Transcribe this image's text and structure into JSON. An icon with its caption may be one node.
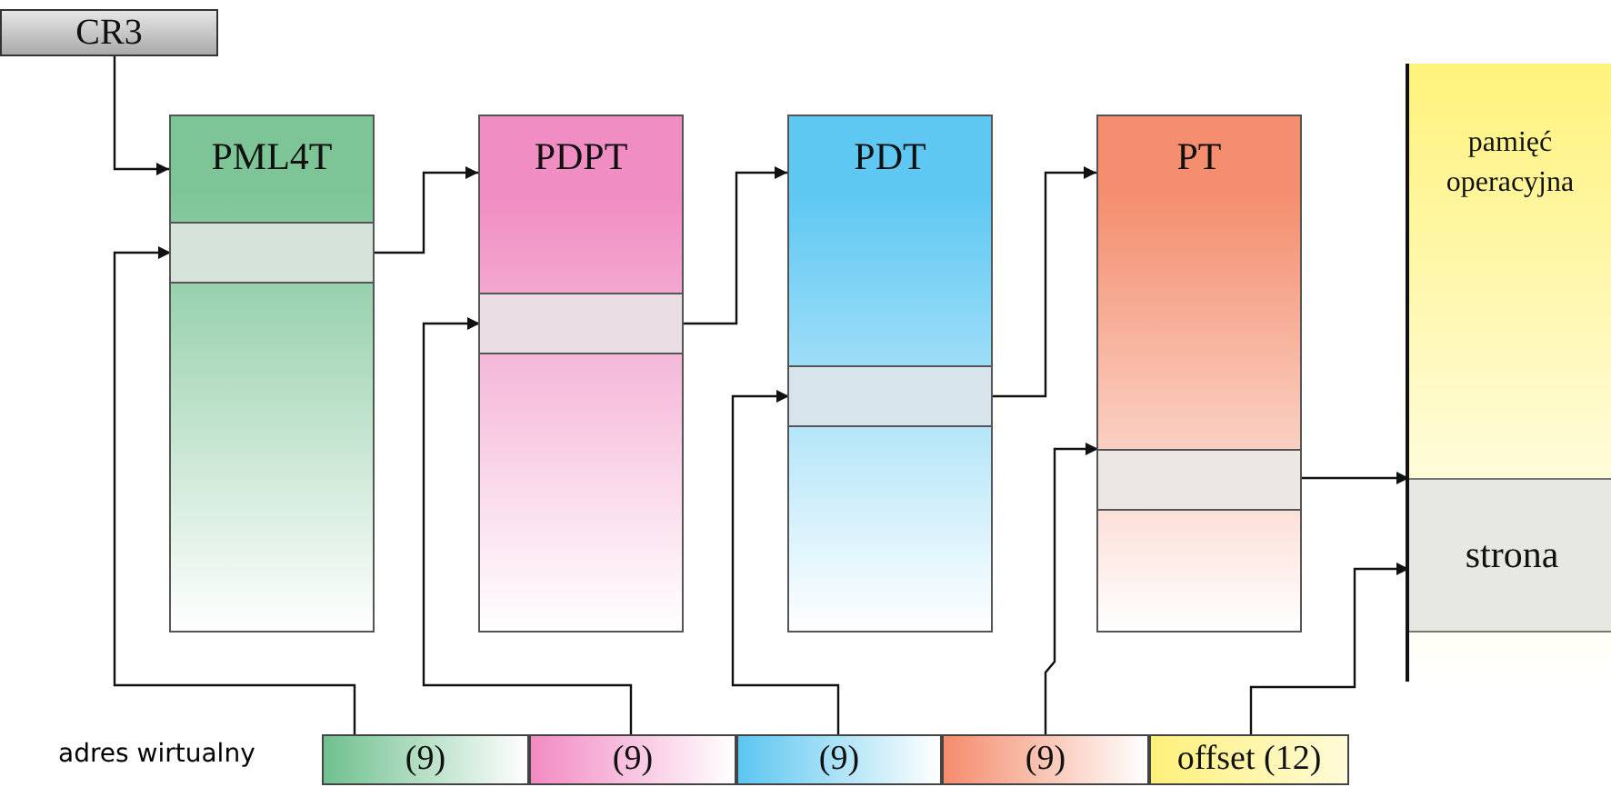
{
  "diagram": {
    "nodes": [
      {
        "text": [
          "CR3"
        ]
      },
      {
        "text": [
          "PML4T"
        ]
      },
      {
        "text": [],
        "shape": "box",
        "in": 1
      },
      {
        "text": [
          "PDPT"
        ]
      },
      {
        "text": [],
        "shape": "box",
        "in": 3
      },
      {
        "text": [
          "PDT"
        ]
      },
      {
        "text": [],
        "shape": "box",
        "in": 5
      },
      {
        "text": [
          "PT"
        ]
      },
      {
        "text": [],
        "shape": "box",
        "in": 7
      },
      {
        "text": [
          "pamięć operacyjna"
        ]
      },
      {
        "text": [
          "strona"
        ],
        "in": 9
      },
      {
        "text": [
          "(9)"
        ]
      },
      {
        "text": [
          "(9)"
        ]
      },
      {
        "text": [
          "(9)"
        ]
      },
      {
        "text": [
          "(9)"
        ]
      },
      {
        "text": [
          "offset (12)"
        ]
      }
    ],
    "edges": [
      {
        "from": 0,
        "to": 1,
        "arrow": "to"
      },
      {
        "from": 2,
        "to": 3,
        "arrow": "to"
      },
      {
        "from": 4,
        "to": 5,
        "arrow": "to"
      },
      {
        "from": 6,
        "to": 7,
        "arrow": "to"
      },
      {
        "from": 8,
        "to": 10,
        "arrow": "to"
      },
      {
        "from": 11,
        "to": 2,
        "arrow": "to"
      },
      {
        "from": 12,
        "to": 4,
        "arrow": "to"
      },
      {
        "from": 13,
        "to": 6,
        "arrow": "to"
      },
      {
        "from": 14,
        "to": 8,
        "arrow": "to"
      },
      {
        "from": 15,
        "to": 10,
        "arrow": "to"
      }
    ],
    "labels": [
      "adres wirtualny"
    ]
  }
}
